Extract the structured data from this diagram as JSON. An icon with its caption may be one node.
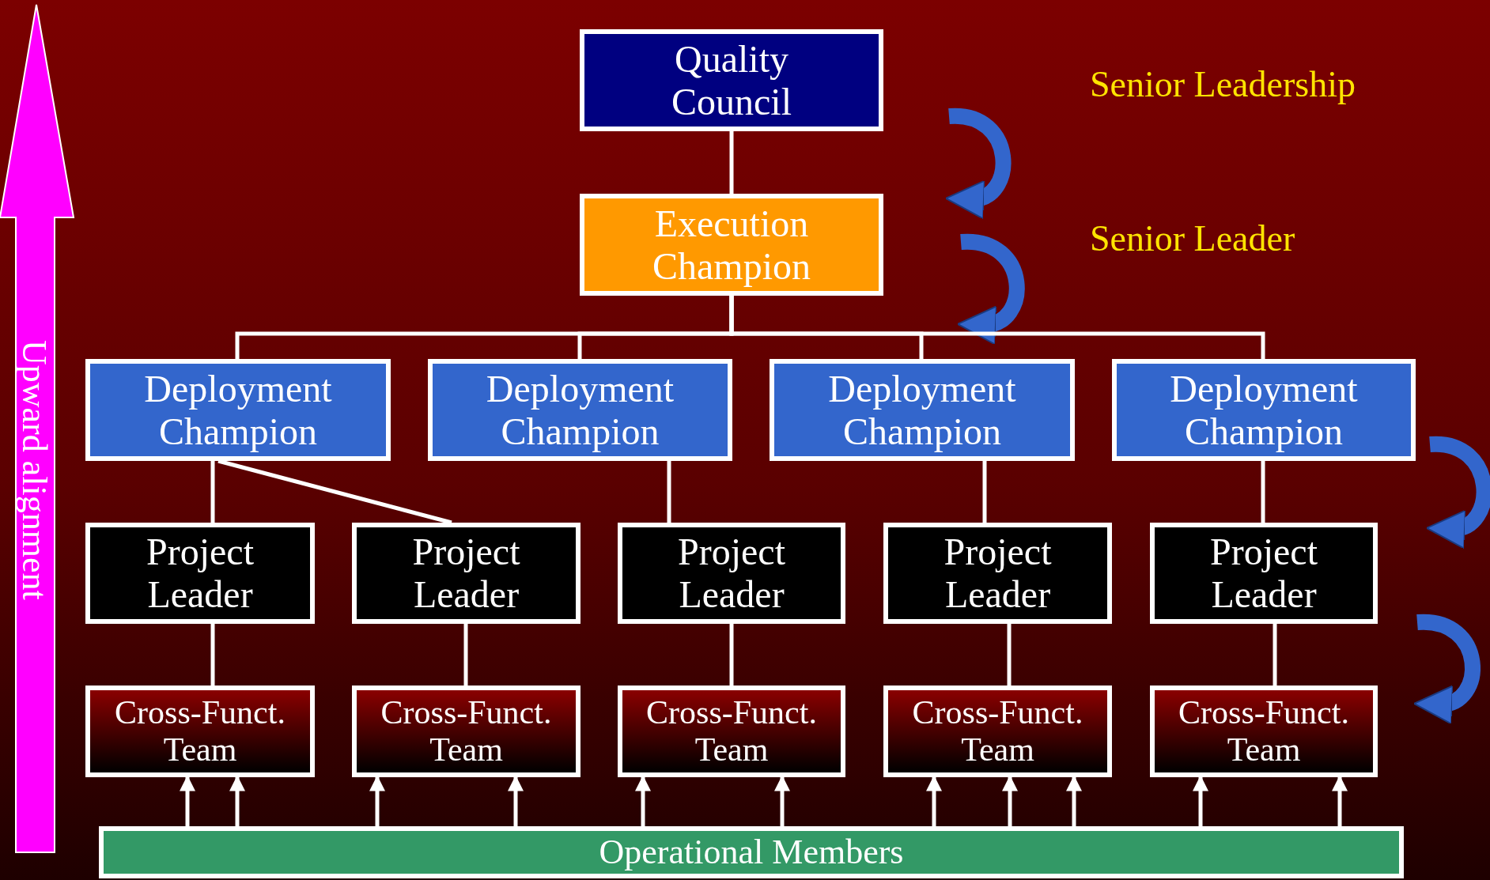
{
  "diagram": {
    "nodes": [
      {
        "text": [
          "Quality Council"
        ]
      },
      {
        "text": [
          "Execution Champion"
        ]
      },
      {
        "text": [
          "Deployment Champion"
        ]
      },
      {
        "text": [
          "Deployment Champion"
        ]
      },
      {
        "text": [
          "Deployment Champion"
        ]
      },
      {
        "text": [
          "Deployment Champion"
        ]
      },
      {
        "text": [
          "Project Leader"
        ]
      },
      {
        "text": [
          "Project Leader"
        ]
      },
      {
        "text": [
          "Project Leader"
        ]
      },
      {
        "text": [
          "Project Leader"
        ]
      },
      {
        "text": [
          "Project Leader"
        ]
      },
      {
        "text": [
          "Cross-Funct. Team"
        ]
      },
      {
        "text": [
          "Cross-Funct. Team"
        ]
      },
      {
        "text": [
          "Cross-Funct. Team"
        ]
      },
      {
        "text": [
          "Cross-Funct. Team"
        ]
      },
      {
        "text": [
          "Cross-Funct. Team"
        ]
      },
      {
        "text": [
          "Operational Members"
        ]
      }
    ],
    "edges": [
      {
        "from": 0,
        "to": 1,
        "arrow": "none"
      },
      {
        "from": 1,
        "to": 2,
        "arrow": "none"
      },
      {
        "from": 1,
        "to": 3,
        "arrow": "none"
      },
      {
        "from": 1,
        "to": 4,
        "arrow": "none"
      },
      {
        "from": 1,
        "to": 5,
        "arrow": "none"
      },
      {
        "from": 2,
        "to": 6,
        "arrow": "none"
      },
      {
        "from": 2,
        "to": 7,
        "arrow": "none"
      },
      {
        "from": 3,
        "to": 8,
        "arrow": "none"
      },
      {
        "from": 4,
        "to": 9,
        "arrow": "none"
      },
      {
        "from": 5,
        "to": 10,
        "arrow": "none"
      },
      {
        "from": 6,
        "to": 11,
        "arrow": "none"
      },
      {
        "from": 7,
        "to": 12,
        "arrow": "none"
      },
      {
        "from": 8,
        "to": 13,
        "arrow": "none"
      },
      {
        "from": 9,
        "to": 14,
        "arrow": "none"
      },
      {
        "from": 10,
        "to": 15,
        "arrow": "none"
      },
      {
        "from": 16,
        "to": 11,
        "arrow": "to"
      },
      {
        "from": 16,
        "to": 11,
        "arrow": "to"
      },
      {
        "from": 16,
        "to": 12,
        "arrow": "to"
      },
      {
        "from": 16,
        "to": 12,
        "arrow": "to"
      },
      {
        "from": 16,
        "to": 13,
        "arrow": "to"
      },
      {
        "from": 16,
        "to": 13,
        "arrow": "to"
      },
      {
        "from": 16,
        "to": 14,
        "arrow": "to"
      },
      {
        "from": 16,
        "to": 14,
        "arrow": "to"
      },
      {
        "from": 16,
        "to": 14,
        "arrow": "to"
      },
      {
        "from": 16,
        "to": 15,
        "arrow": "to"
      },
      {
        "from": 16,
        "to": 15,
        "arrow": "to"
      }
    ],
    "labels": [
      "Senior Leadership",
      "Senior Leader",
      "Upward alignment"
    ]
  }
}
